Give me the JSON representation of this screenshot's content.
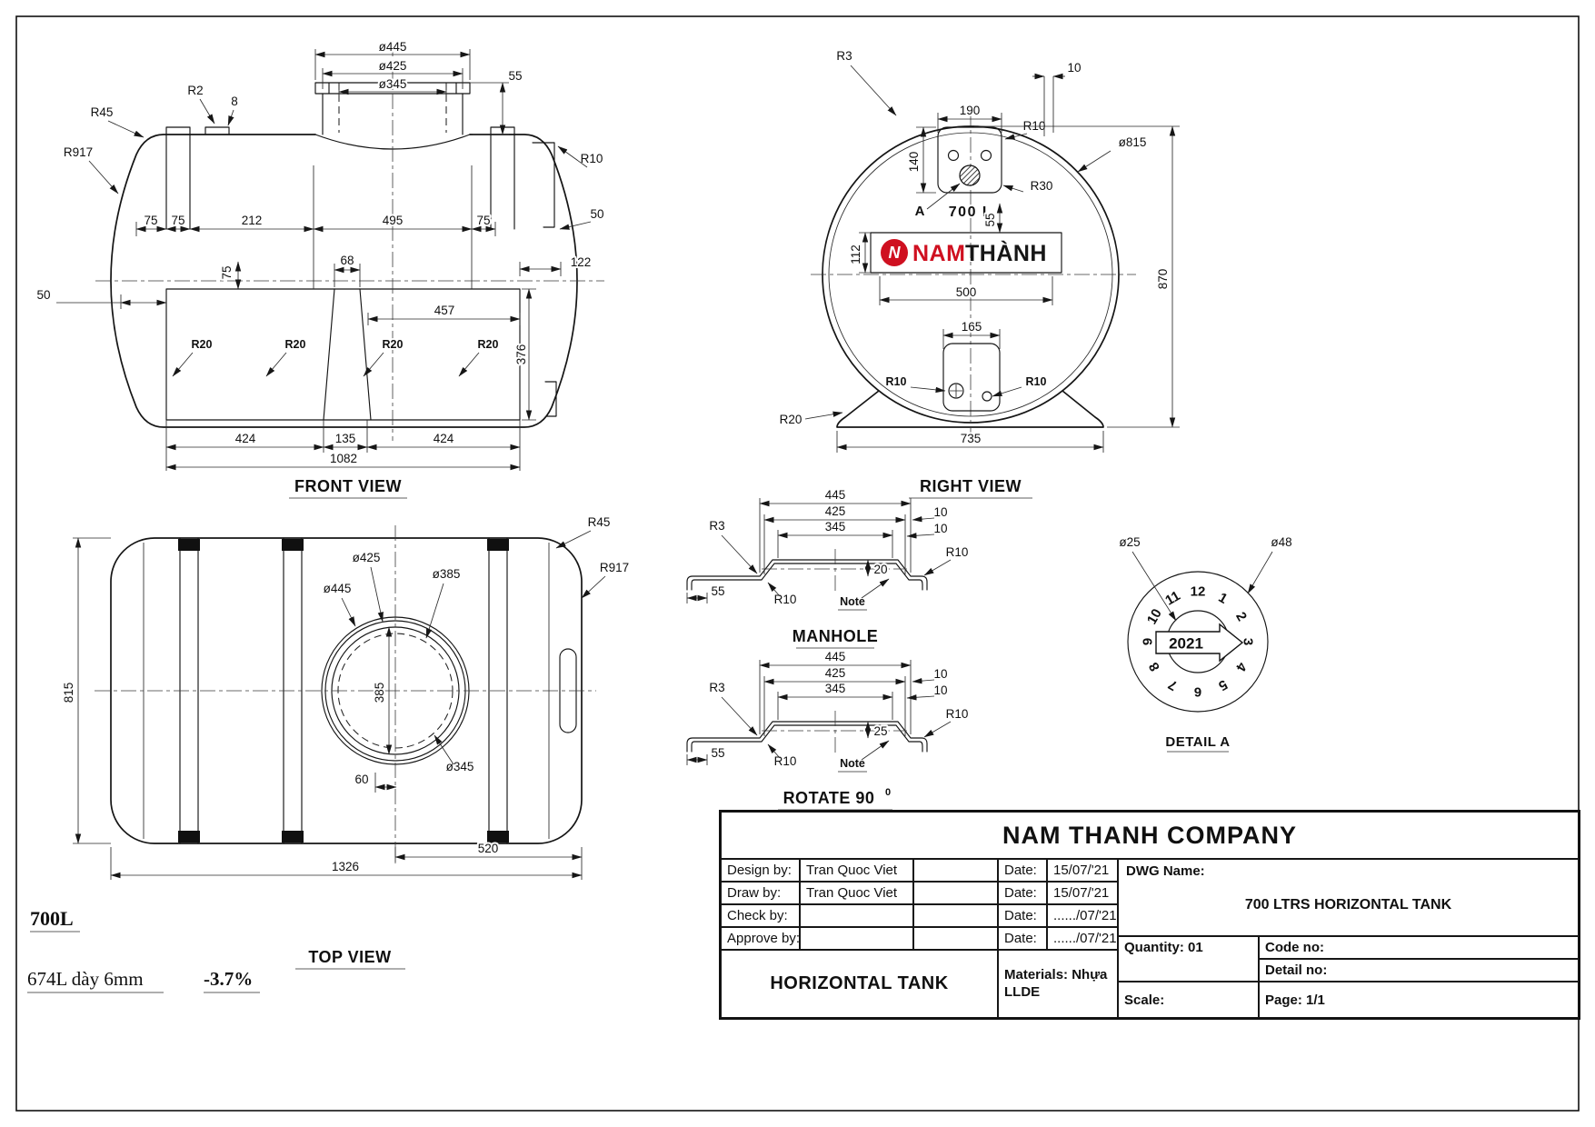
{
  "front": {
    "title": "FRONT VIEW",
    "dia445": "ø445",
    "dia425": "ø425",
    "dia345": "ø345",
    "n55": "55",
    "r2": "R2",
    "n8": "8",
    "r45": "R45",
    "r917": "R917",
    "r10": "R10",
    "n75a": "75",
    "n75b": "75",
    "n212": "212",
    "n495": "495",
    "n75c": "75",
    "n50r": "50",
    "n122": "122",
    "n68": "68",
    "n75v": "75",
    "n50l": "50",
    "n457": "457",
    "n376": "376",
    "r20a": "R20",
    "r20b": "R20",
    "r20c": "R20",
    "r20d": "R20",
    "n424a": "424",
    "n135": "135",
    "n424b": "424",
    "n1082": "1082"
  },
  "right": {
    "title": "RIGHT VIEW",
    "r3": "R3",
    "n10t": "10",
    "n190": "190",
    "r10": "R10",
    "n140": "140",
    "dia815": "ø815",
    "r30": "R30",
    "a": "A",
    "n700l": "700 L",
    "n55": "55",
    "n112": "112",
    "n500": "500",
    "n870": "870",
    "n165": "165",
    "r10b": "R10",
    "r10c": "R10",
    "r20": "R20",
    "n735": "735",
    "logo_icon": "N",
    "logo_nam": "NAM",
    "logo_thanh": "THÀNH"
  },
  "top": {
    "title": "TOP VIEW",
    "r45": "R45",
    "r917": "R917",
    "dia425": "ø425",
    "dia385": "ø385",
    "dia445": "ø445",
    "dia345": "ø345",
    "n385": "385",
    "n60": "60",
    "n815": "815",
    "n520": "520",
    "n1326": "1326"
  },
  "notes": {
    "n700l": "700L",
    "volume": "674L dày 6mm",
    "pct": "-3.7%"
  },
  "manhole": {
    "title": "MANHOLE",
    "n445": "445",
    "n425": "425",
    "n345": "345",
    "n10a": "10",
    "n10b": "10",
    "r3": "R3",
    "n20": "20",
    "r10a": "R10",
    "note": "Note",
    "n55": "55",
    "r10b": "R10"
  },
  "rotate": {
    "title": "ROTATE 90",
    "sup": "0",
    "n445": "445",
    "n425": "425",
    "n345": "345",
    "n10a": "10",
    "n10b": "10",
    "r3": "R3",
    "n25": "25",
    "r10a": "R10",
    "note": "Note",
    "n55": "55",
    "r10b": "R10"
  },
  "detail_a": {
    "title": "DETAIL A",
    "dia25": "ø25",
    "dia48": "ø48",
    "year": "2021",
    "clock": [
      "12",
      "1",
      "2",
      "3",
      "4",
      "5",
      "6",
      "7",
      "8",
      "9",
      "10",
      "11"
    ]
  },
  "title_block": {
    "company": "NAM THANH COMPANY",
    "design_label": "Design by:",
    "design_value": "Tran Quoc Viet",
    "draw_label": "Draw by:",
    "draw_value": "Tran Quoc Viet",
    "check_label": "Check by:",
    "check_value": "",
    "approve_label": "Approve by:",
    "approve_value": "",
    "date_label": "Date:",
    "date1": "15/07/'21",
    "date2": "15/07/'21",
    "date3": "....../07/'21",
    "date4": "....../07/'21",
    "dwg_label": "DWG Name:",
    "dwg_name": "700 LTRS HORIZONTAL TANK",
    "quantity": "Quantity: 01",
    "code": "Code no:",
    "detail": "Detail no:",
    "product": "HORIZONTAL TANK",
    "materials1": "Materials: Nhựa",
    "materials2": "LLDE",
    "scale": "Scale:",
    "page": "Page: 1/1"
  }
}
